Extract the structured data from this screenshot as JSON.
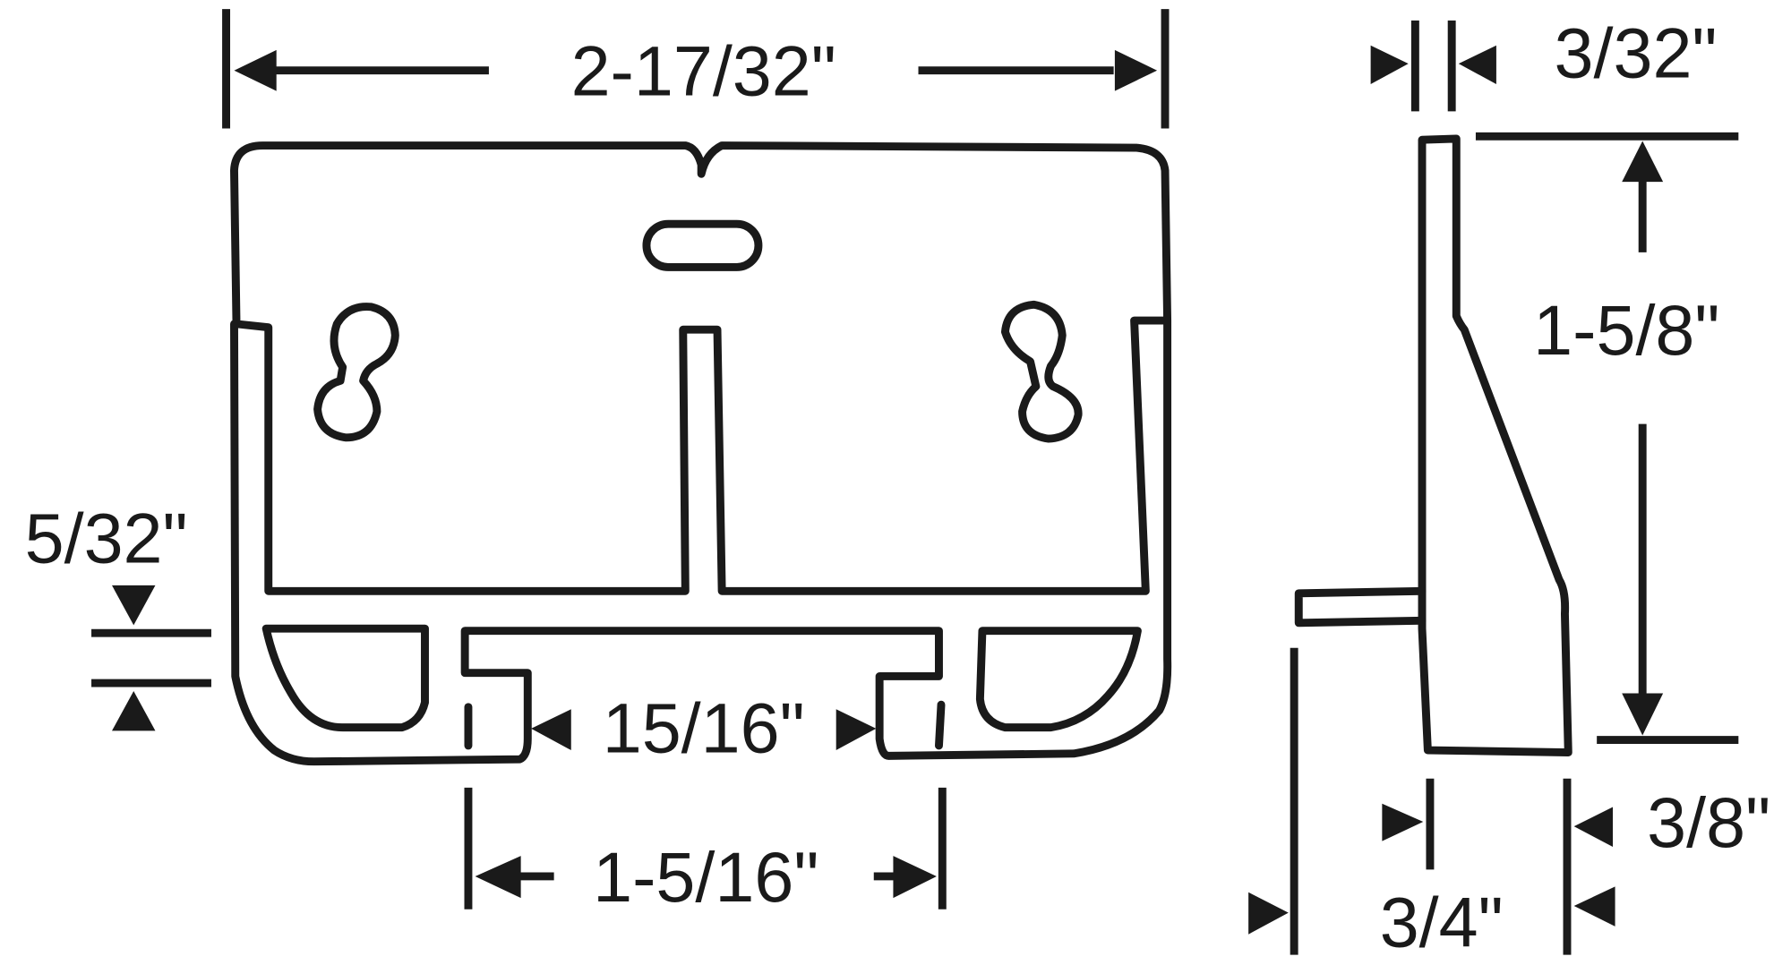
{
  "diagram": {
    "title": "Drawer slide bracket dimension drawing",
    "stroke_color": "#1a1a1a",
    "background_color": "#ffffff",
    "front_view": {
      "dimensions": {
        "overall_width": "2-17/32\"",
        "lip_height": "5/32\"",
        "slot_width": "15/16\"",
        "bottom_width": "1-5/16\""
      }
    },
    "side_view": {
      "dimensions": {
        "wall_thickness": "3/32\"",
        "height": "1-5/8\"",
        "depth": "3/4\"",
        "base_thickness": "3/8\""
      }
    }
  }
}
